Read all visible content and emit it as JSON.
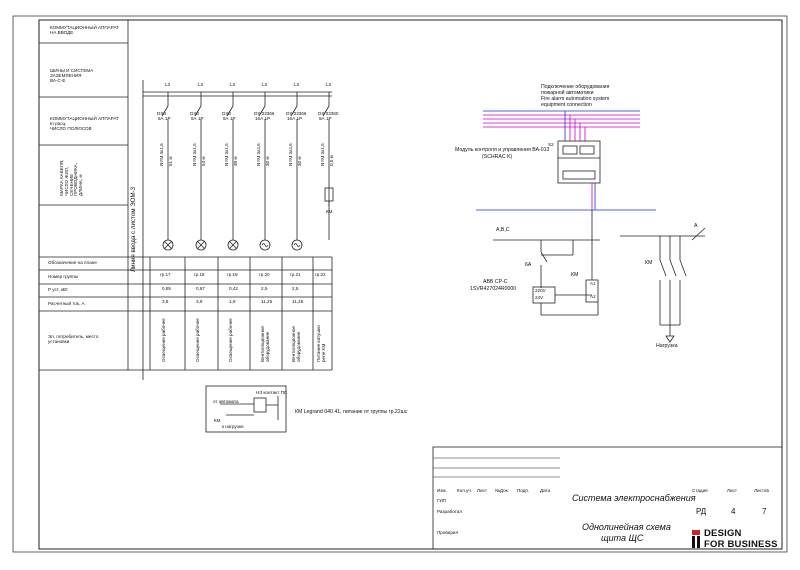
{
  "left_table": {
    "r1": "КОММУТАЦИОННЫЙ АППАРАТ НА ВВОДЕ",
    "r2a": "ШИНЫ И СИСТЕМА",
    "r2b": "ЗАЗЕМЛЕНИЯ",
    "r2c": "ВА-С-Е",
    "r3a": "КОММУТАЦИОННЫЙ АППАРАТ",
    "r3b": "Iн расц.",
    "r3c": "ЧИСЛО ПОЛЮСОВ",
    "r4": "МАРКА КАБЕЛЯ, ЧИСЛО ЖИЛ, СЕЧЕНИЕ ПРОВОДНИКА, ДЛИНА, м"
  },
  "bottom_rows": [
    "Обозначение на плане",
    "Номер группы",
    "P уст, кВт",
    "Расчетный ток, А",
    "Эл. потребитель, место установки"
  ],
  "feed_label": "Линия ввода с листом ЭОМ-3",
  "groups": [
    {
      "phase": "L3",
      "breaker": "DX3",
      "rating": "6А 1Р",
      "breaker_type": "DX3",
      "cable": "NYM 3х1,5",
      "len": "51 м",
      "load": "lamp",
      "num": "гр.17",
      "p": "0,85",
      "i": "3,8",
      "consumer": "Освещение рабочее"
    },
    {
      "phase": "L3",
      "breaker": "DX3",
      "rating": "6А 1Р",
      "breaker_type": "DX3",
      "cable": "NYM 3х1,5",
      "len": "54 м",
      "load": "lamp",
      "num": "гр.18",
      "p": "0,87",
      "i": "3,9",
      "consumer": "Освещение рабочее"
    },
    {
      "phase": "L3",
      "breaker": "DX3",
      "rating": "6А 1Р",
      "breaker_type": "DX3",
      "cable": "NYM 3х1,5",
      "len": "39 м",
      "load": "lamp",
      "num": "гр.19",
      "p": "0,42",
      "i": "1,9",
      "consumer": "Освещение рабочее"
    },
    {
      "phase": "L3",
      "breaker": "DX 03366",
      "rating": "16А 1Р",
      "breaker_type": "DX 03366",
      "cable": "NYM 3х2,5",
      "len": "30 м",
      "load": "ac",
      "num": "гр.20",
      "p": "2,5",
      "i": "11,25",
      "consumer": "Вентиляционное оборудование"
    },
    {
      "phase": "L3",
      "breaker": "DX 03366",
      "rating": "16А 1Р",
      "breaker_type": "DX 03366",
      "cable": "NYM 3х2,5",
      "len": "30 м",
      "load": "ac",
      "num": "гр.21",
      "p": "2,5",
      "i": "11,25",
      "consumer": "Вентиляционное оборудование"
    },
    {
      "phase": "L3",
      "breaker": "DX 03360",
      "rating": "6А 1Р",
      "breaker_type": "DX 03360",
      "cable": "NYM 3х1,5",
      "len": "0,5 м",
      "load": "none",
      "num": "гр.22",
      "p": "",
      "i": "",
      "consumer": "Питание катушки реле KM"
    }
  ],
  "km_small": "КМ",
  "fire": {
    "l1": "Подключение оборудования",
    "l2": "пожарной автоматики",
    "l3": "Fire alarm automation system",
    "l4": "equipment connection"
  },
  "module": {
    "l1": "Модуль контроля и управления ВА-013",
    "l2": "(SCHRAC K)"
  },
  "line_abc": "A,B,C",
  "line_a": "A",
  "sixA": "6А",
  "abb1": "ABB CP-C",
  "abb2": "1SVR427024R0000",
  "km": "КМ",
  "km2": "КМ",
  "a1": "A1",
  "a2": "A2",
  "v1": "220V",
  "v2": "24V",
  "s2": "S2",
  "load_label": "Нагрузка",
  "legrand": "КМ Legrand 040 41, питание от группы гр.22шс",
  "detail": {
    "hz": "НЗ контакт ПС",
    "from": "от автомата",
    "km": "КМ",
    "nagr": "к нагрузке"
  },
  "title_block": {
    "hdr": [
      "Изм.",
      "Кол.уч.",
      "Лист",
      "№Док.",
      "Подп.",
      "Дата"
    ],
    "gip": "ГИП",
    "razrab": "Разработал",
    "prov": "Проверил",
    "system": "Система электроснабжения",
    "doc1": "Однолинейная схема",
    "doc2": "щита ЩС",
    "stadia_h": "Стадия",
    "list_h": "Лист",
    "listov_h": "Листов",
    "stadia": "РД",
    "list": "4",
    "listov": "7",
    "logo1": "DESIGN",
    "logo2": "FOR BUSINESS"
  }
}
